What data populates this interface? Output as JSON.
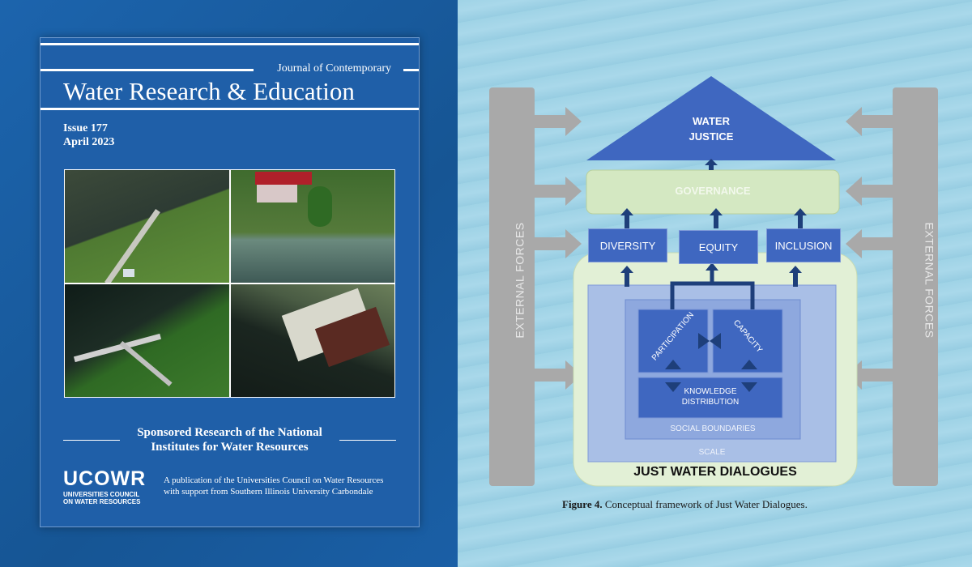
{
  "cover": {
    "journal_subtitle": "Journal of Contemporary",
    "journal_title": "Water Research & Education",
    "issue": "Issue 177",
    "date": "April 2023",
    "sponsor_line1": "Sponsored Research of the National",
    "sponsor_line2": "Institutes for Water Resources",
    "logo_main": "UCOWR",
    "logo_sub1": "UNIVERSITIES COUNCIL",
    "logo_sub2": "ON WATER RESOURCES",
    "publication_line1": "A publication of the Universities Council on Water Resources",
    "publication_line2": "with support from Southern Illinois University Carbondale"
  },
  "diagram": {
    "top_label_line1": "WATER",
    "top_label_line2": "JUSTICE",
    "governance": "GOVERNANCE",
    "diversity": "DIVERSITY",
    "equity": "EQUITY",
    "inclusion": "INCLUSION",
    "participation": "PARTICIPATION",
    "capacity": "CAPACITY",
    "knowledge_line1": "KNOWLEDGE",
    "knowledge_line2": "DISTRIBUTION",
    "social_boundaries": "SOCIAL BOUNDARIES",
    "scale": "SCALE",
    "dialogues": "JUST WATER DIALOGUES",
    "external_left": "EXTERNAL FORCES",
    "external_right": "EXTERNAL FORCES"
  },
  "caption": {
    "figure": "Figure 4.",
    "text": " Conceptual framework of Just Water Dialogues."
  },
  "colors": {
    "cover_blue": "#1f5fa8",
    "diagram_blue": "#3f67c0",
    "governance_green": "#d4e8c2",
    "arrow_gray": "#a9a9a9"
  }
}
